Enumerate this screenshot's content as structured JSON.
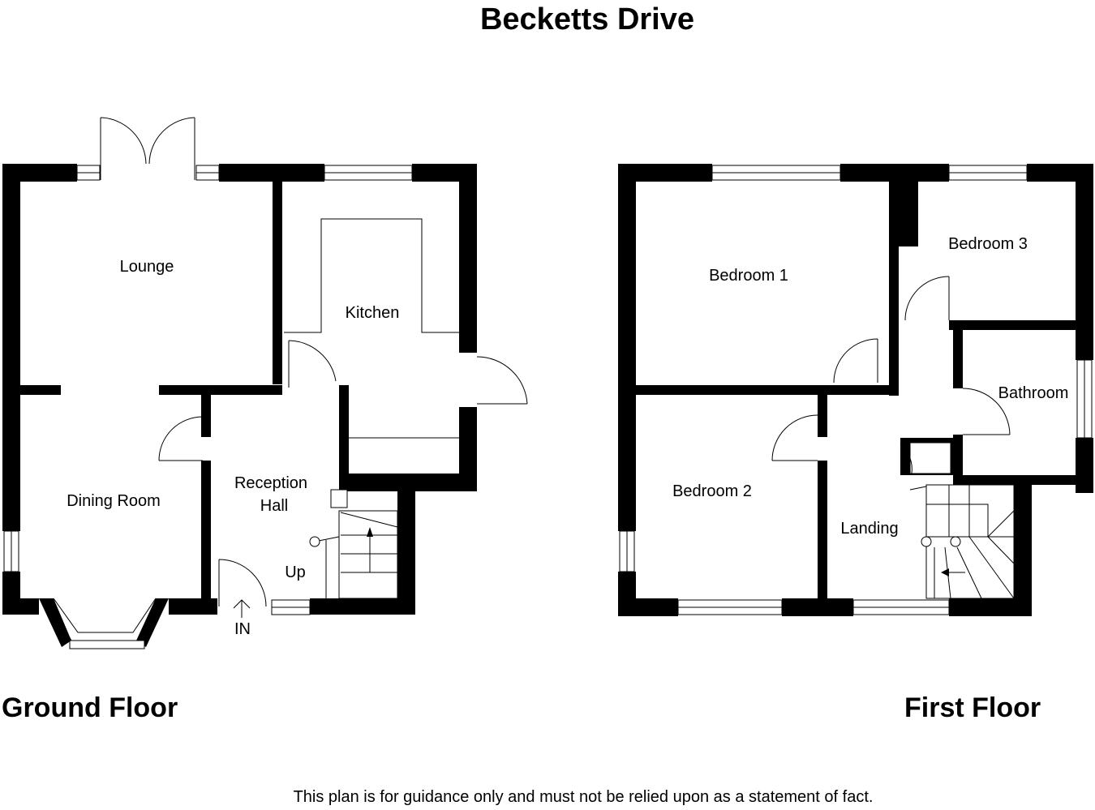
{
  "title": "Becketts Drive",
  "disclaimer": "This plan is for guidance only and must not be relied upon as a statement of fact.",
  "ground_floor": {
    "label": "Ground Floor",
    "rooms": {
      "lounge": "Lounge",
      "kitchen": "Kitchen",
      "dining_room": "Dining Room",
      "reception_line1": "Reception",
      "reception_line2": "Hall"
    },
    "stairs_label": "Up",
    "entrance_label": "IN"
  },
  "first_floor": {
    "label": "First Floor",
    "rooms": {
      "bedroom_1": "Bedroom 1",
      "bedroom_2": "Bedroom 2",
      "bedroom_3": "Bedroom 3",
      "bathroom": "Bathroom",
      "landing": "Landing"
    }
  }
}
